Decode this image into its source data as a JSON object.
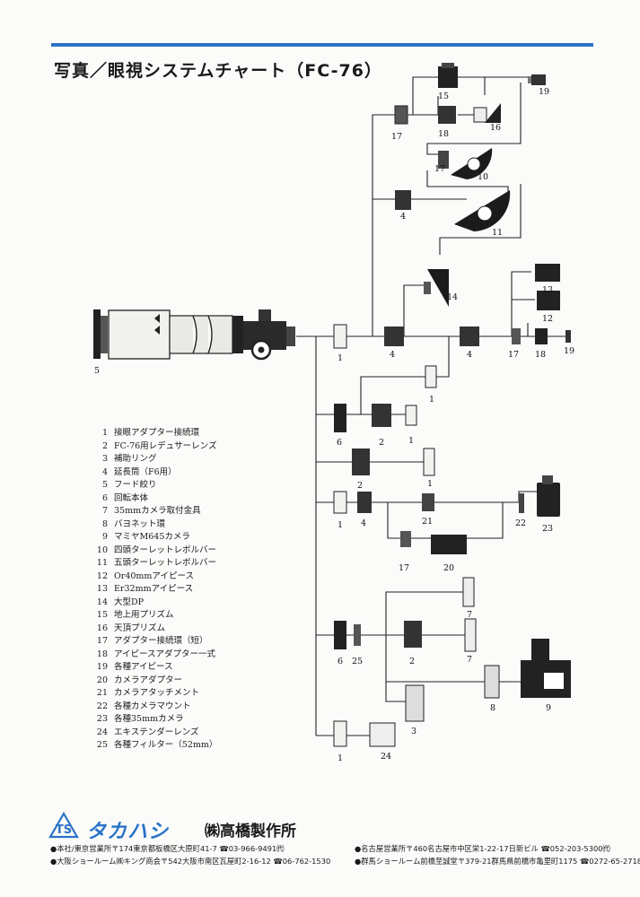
{
  "title": "写真／眼視システムチャート（FC-76）",
  "legend": [
    {
      "no": "1",
      "label": "接眼アダプター接続環"
    },
    {
      "no": "2",
      "label": "FC-76用レデュサーレンズ"
    },
    {
      "no": "3",
      "label": "補助リング"
    },
    {
      "no": "4",
      "label": "延長筒（F6用）"
    },
    {
      "no": "5",
      "label": "フード絞り"
    },
    {
      "no": "6",
      "label": "回転本体"
    },
    {
      "no": "7",
      "label": "35mmカメラ取付金具"
    },
    {
      "no": "8",
      "label": "バヨネット環"
    },
    {
      "no": "9",
      "label": "マミヤM645カメラ"
    },
    {
      "no": "10",
      "label": "四頭ターレットレボルバー"
    },
    {
      "no": "11",
      "label": "五頭ターレットレボルバー"
    },
    {
      "no": "12",
      "label": "Or40mmアイピース"
    },
    {
      "no": "13",
      "label": "Er32mmアイピース"
    },
    {
      "no": "14",
      "label": "大型DP"
    },
    {
      "no": "15",
      "label": "地上用プリズム"
    },
    {
      "no": "16",
      "label": "天頂プリズム"
    },
    {
      "no": "17",
      "label": "アダプター接続環（短）"
    },
    {
      "no": "18",
      "label": "アイピースアダプター一式"
    },
    {
      "no": "19",
      "label": "各種アイピース"
    },
    {
      "no": "20",
      "label": "カメラアダプター"
    },
    {
      "no": "21",
      "label": "カメラアタッチメント"
    },
    {
      "no": "22",
      "label": "各種カメラマウント"
    },
    {
      "no": "23",
      "label": "各種35mmカメラ"
    },
    {
      "no": "24",
      "label": "エキステンダーレンズ"
    },
    {
      "no": "25",
      "label": "各種フィルター（52mm）"
    }
  ],
  "diagram_numbers": {
    "n1a": "1",
    "n1b": "1",
    "n1c": "1",
    "n1d": "1",
    "n1e": "1",
    "n1f": "1",
    "n2a": "2",
    "n2b": "2",
    "n2c": "2",
    "n3": "3",
    "n4a": "4",
    "n4b": "4",
    "n4c": "4",
    "n4d": "4",
    "n5": "5",
    "n6a": "6",
    "n6b": "6",
    "n7a": "7",
    "n7b": "7",
    "n8": "8",
    "n9": "9",
    "n10": "10",
    "n11": "11",
    "n12": "12",
    "n13": "13",
    "n14": "14",
    "n15": "15",
    "n16": "16",
    "n17a": "17",
    "n17b": "17",
    "n17c": "17",
    "n17d": "17",
    "n18a": "18",
    "n18b": "18",
    "n19a": "19",
    "n19b": "19",
    "n20": "20",
    "n21": "21",
    "n22": "22",
    "n23": "23",
    "n24": "24",
    "n25": "25"
  },
  "footer": {
    "brand_kana": "タカハシ",
    "brand_name": "㈱高橋製作所",
    "address_1": "●本社/東京営業所〒174東京都板橋区大原町41-7 ☎03-966-9491㈹",
    "address_2": "●大阪ショールーム㈱キング商会〒542大阪市南区瓦屋町2-16-12 ☎06-762-1530",
    "address_3": "●名古屋営業所〒460名古屋市中区栄1-22-17日新ビル ☎052-203-5300㈹",
    "address_4": "●群馬ショールーム前橋至誠堂〒379-21群馬県前橋市亀里町1175 ☎0272-65-2718"
  },
  "colors": {
    "accent": "#2a73c8",
    "ink": "#1a1a1a"
  }
}
